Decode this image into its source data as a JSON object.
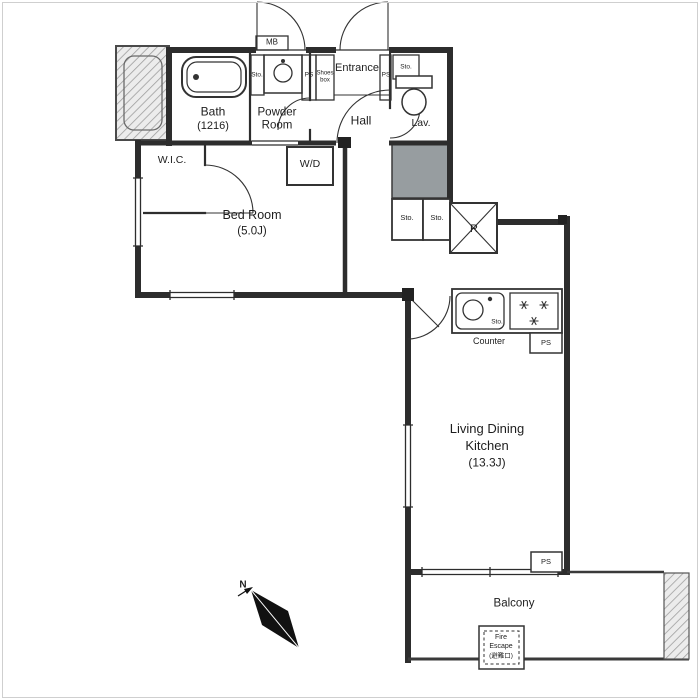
{
  "colors": {
    "wall": "#2d2d2d",
    "hatch_line": "#9f9f9f",
    "shaft_fill": "#979da0",
    "compass": "#111111",
    "frame_border": "#cfcfcf",
    "background": "#ffffff"
  },
  "top": {
    "mb": "MB",
    "sto_left": "Sto.",
    "ps_left": "PS",
    "shoes_box": "Shoes box",
    "entrance": "Entrance",
    "ps_right": "PS",
    "sto_right": "Sto."
  },
  "rooms": {
    "bath": {
      "name": "Bath",
      "size": "(1216)"
    },
    "powder": {
      "line1": "Powder",
      "line2": "Room"
    },
    "hall": "Hall",
    "lav": "Lav.",
    "wic": "W.I.C.",
    "wd": "W/D",
    "bedroom": {
      "name": "Bed Room",
      "size": "(5.0J)"
    },
    "ldk": {
      "line1": "Living Dining",
      "line2": "Kitchen",
      "size": "(13.3J)"
    },
    "balcony": "Balcony"
  },
  "storage": {
    "sto_mid_left": "Sto.",
    "sto_mid_right": "Sto.",
    "fridge": "R",
    "sto_kitchen": "Sto.",
    "counter": "Counter",
    "ps_kitchen": "PS",
    "ps_balcony": "PS"
  },
  "fire_escape": {
    "line1": "Fire",
    "line2": "Escape",
    "line3": "(避難口)"
  },
  "compass": {
    "north": "N"
  }
}
